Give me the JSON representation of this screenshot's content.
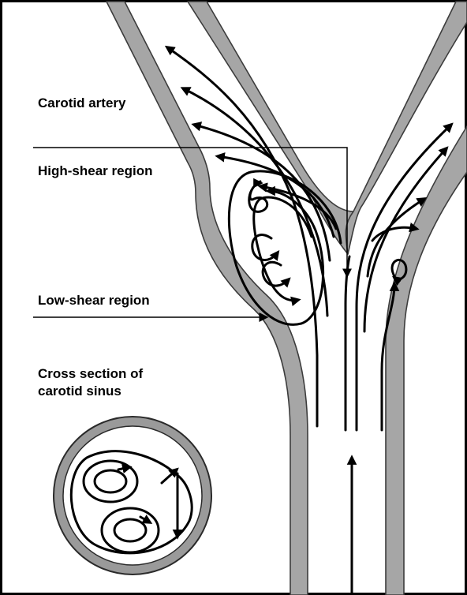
{
  "labels": {
    "carotid_artery": "Carotid artery",
    "high_shear": "High-shear region",
    "low_shear": "Low-shear region",
    "cross_section_line1": "Cross section of",
    "cross_section_line2": "carotid sinus"
  },
  "colors": {
    "vessel_wall": "#a6a6a6",
    "frame": "#000000",
    "flow_lines": "#000000",
    "background": "#ffffff"
  }
}
